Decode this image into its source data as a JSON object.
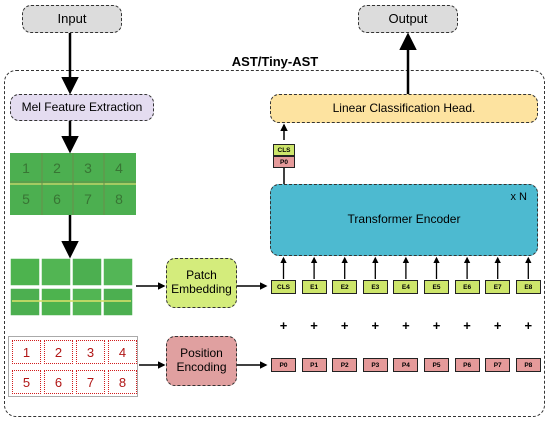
{
  "input_label": "Input",
  "output_label": "Output",
  "frame_title": "AST/Tiny-AST",
  "mel_label": "Mel Feature Extraction",
  "patch_label": "Patch Embedding",
  "posenc_label": "Position Encoding",
  "head_label": "Linear Classification Head.",
  "encoder_label": "Transformer Encoder",
  "encoder_repeat": "x N",
  "spectrogram_numbers": [
    "1",
    "2",
    "3",
    "4",
    "5",
    "6",
    "7",
    "8"
  ],
  "grid_numbers": [
    "1",
    "2",
    "3",
    "4",
    "5",
    "6",
    "7",
    "8"
  ],
  "embed_tokens": [
    "CLS",
    "E1",
    "E2",
    "E3",
    "E4",
    "E5",
    "E6",
    "E7",
    "E8"
  ],
  "pos_tokens": [
    "P0",
    "P1",
    "P2",
    "P3",
    "P4",
    "P5",
    "P6",
    "P7",
    "P8"
  ],
  "head_input_tokens": [
    "CLS",
    "P0"
  ],
  "colors": {
    "mel": "#e4dcf0",
    "patch": "#d4ec7c",
    "posenc": "#e0a0a0",
    "head": "#fde3a0",
    "encoder": "#4dbad0",
    "spectrogram": "#4caf50"
  }
}
